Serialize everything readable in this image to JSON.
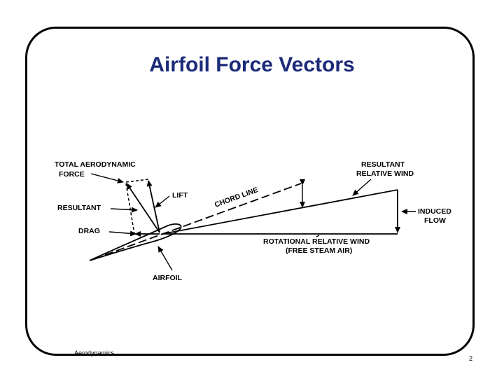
{
  "slide": {
    "title": "Airfoil Force Vectors",
    "footer_left": "Aerodynamics",
    "page_number": "2"
  },
  "diagram": {
    "labels": {
      "total_aero_line1": "TOTAL AERODYNAMIC",
      "total_aero_line2": "FORCE",
      "lift": "LIFT",
      "resultant": "RESULTANT",
      "drag": "DRAG",
      "airfoil": "AIRFOIL",
      "chord_line": "CHORD LINE",
      "resultant_wind_line1": "RESULTANT",
      "resultant_wind_line2": "RELATIVE WIND",
      "induced_line1": "INDUCED",
      "induced_line2": "FLOW",
      "rotational_line1": "ROTATIONAL RELATIVE WIND",
      "rotational_line2": "(FREE STEAM AIR)"
    }
  }
}
